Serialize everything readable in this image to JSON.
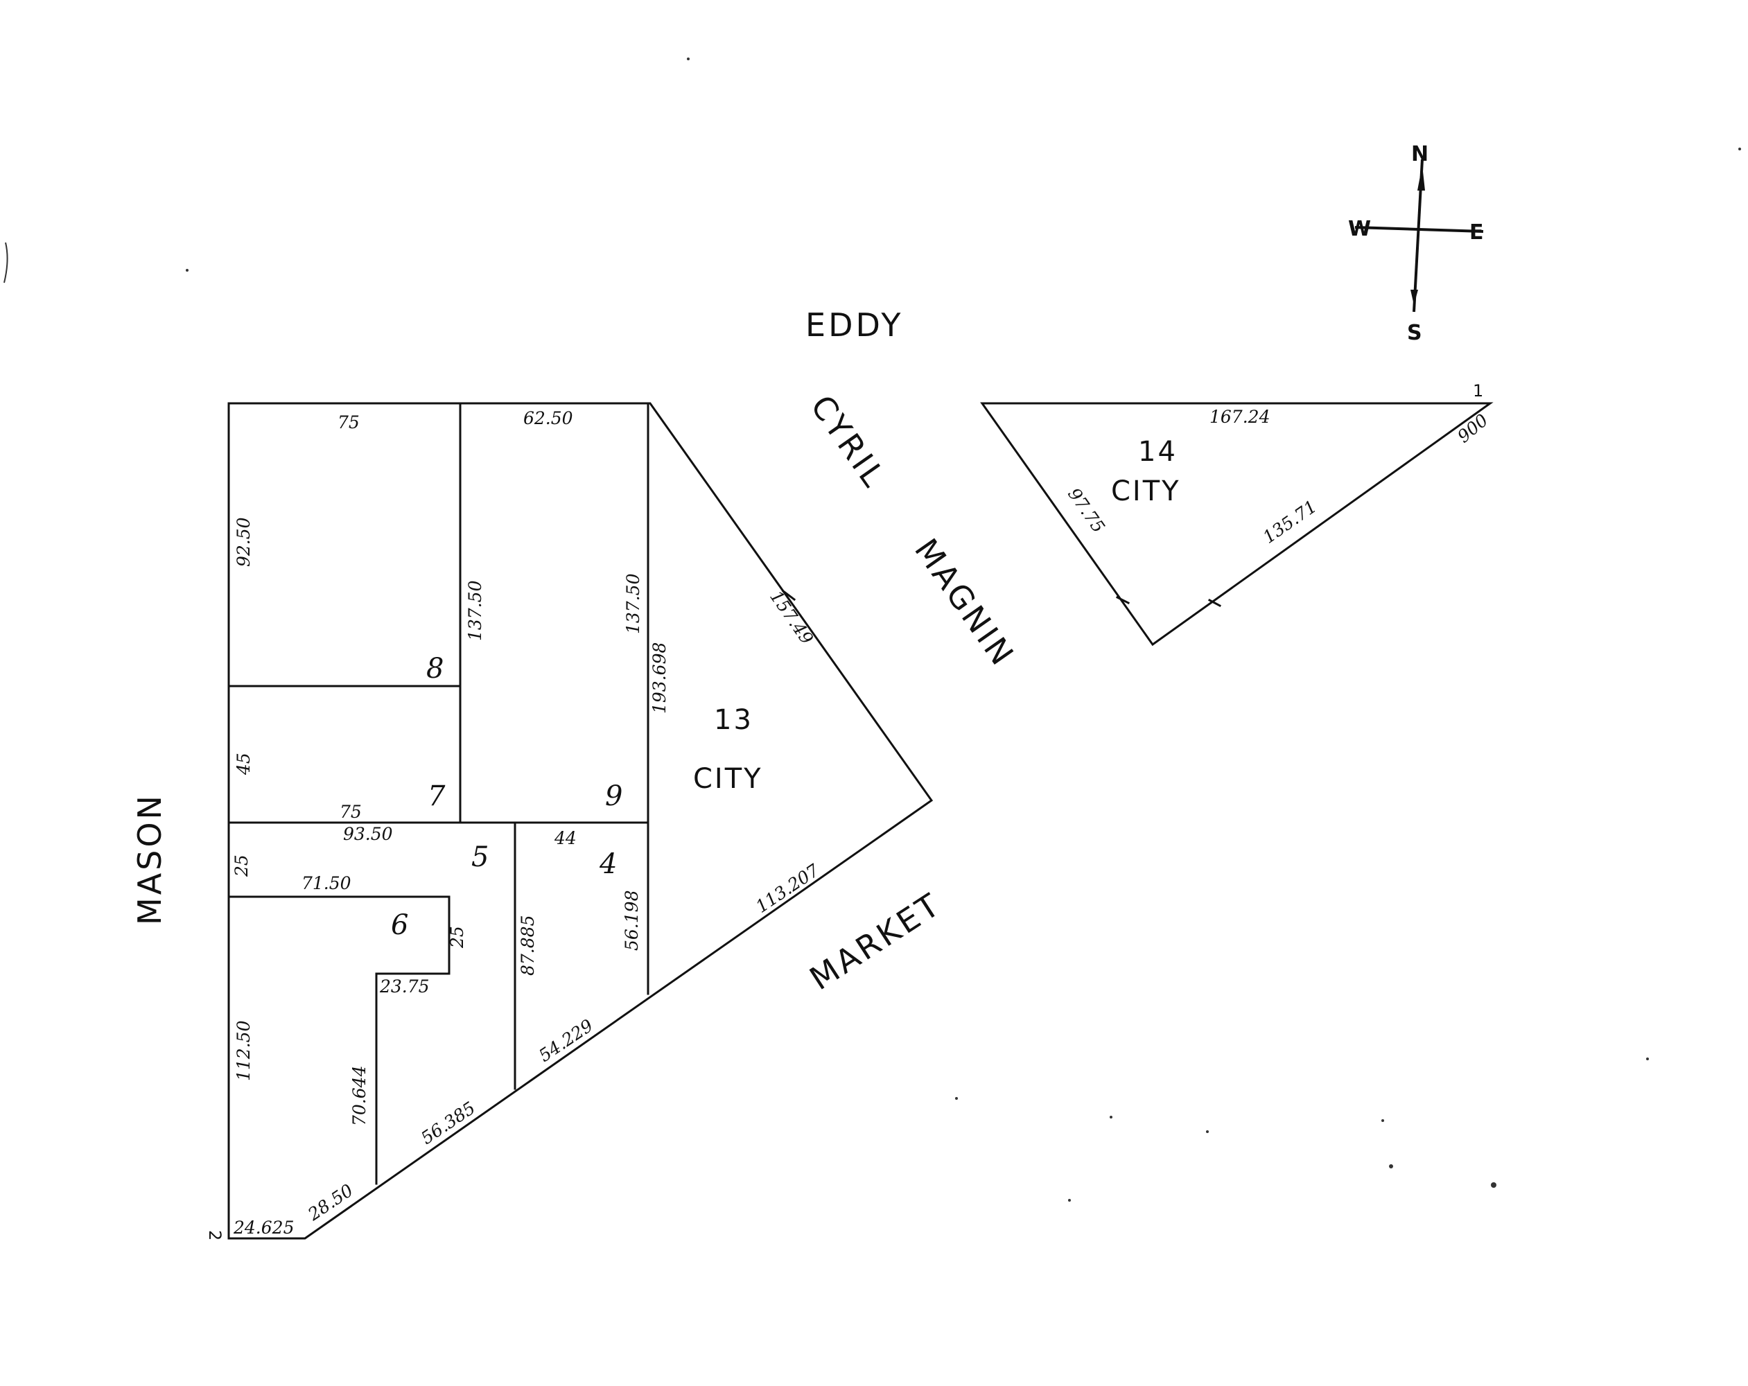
{
  "streets": {
    "eddy": "EDDY",
    "cyril": "CYRIL",
    "magnin": "MAGNIN",
    "mason": "MASON",
    "market": "MARKET"
  },
  "compass": {
    "n": "N",
    "s": "S",
    "w": "W",
    "e": "E"
  },
  "corners": {
    "one": "1",
    "two": "2"
  },
  "lots": {
    "lot4": "4",
    "lot5": "5",
    "lot6": "6",
    "lot7": "7",
    "lot8": "8",
    "lot9": "9",
    "lot13": "13",
    "lot13_label": "CITY",
    "lot14": "14",
    "lot14_label": "CITY"
  },
  "dimensions": {
    "d75_top": "75",
    "d62_50": "62.50",
    "d92_50": "92.50",
    "d137_50_a": "137.50",
    "d137_50_b": "137.50",
    "d193_698": "193.698",
    "d157_49": "157.49",
    "d45": "45",
    "d75_mid": "75",
    "d93_50": "93.50",
    "d44": "44",
    "d25_left": "25",
    "d71_50": "71.50",
    "d25_right": "25",
    "d23_75": "23.75",
    "d87_885": "87.885",
    "d56_198": "56.198",
    "d113_207": "113.207",
    "d112_50": "112.50",
    "d70_644": "70.644",
    "d54_229": "54.229",
    "d56_385": "56.385",
    "d28_50": "28.50",
    "d24_625": "24.625",
    "d167_24": "167.24",
    "d97_75": "97.75",
    "d135_71": "135.71",
    "d900": "900"
  }
}
